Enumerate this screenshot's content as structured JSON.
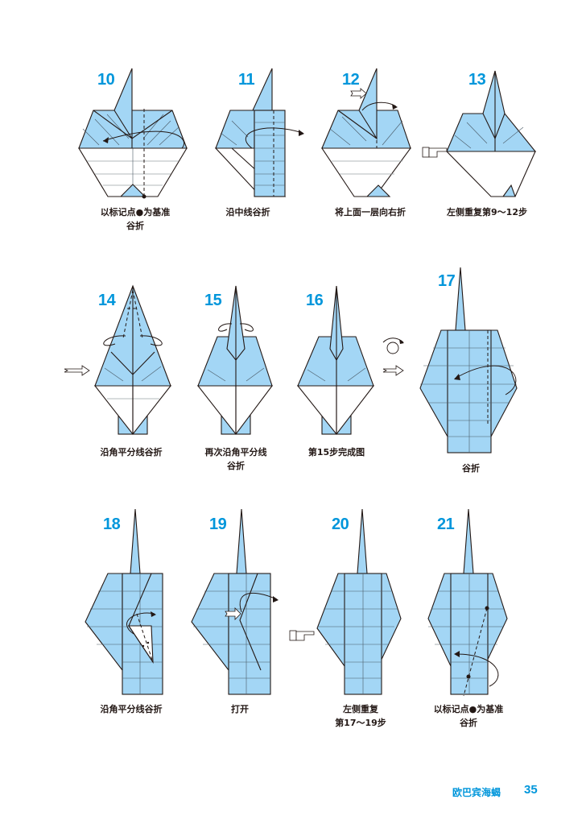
{
  "page": {
    "footer_title": "欧巴宾海蝎",
    "page_number": "35",
    "accent_color": "#0096db",
    "paper_color": "#a3d6f5"
  },
  "steps": [
    {
      "number": "10",
      "caption_lines": [
        "以标记点●为基准",
        "谷折"
      ],
      "icons": [
        "valley-fold-arrow",
        "mark-point"
      ]
    },
    {
      "number": "11",
      "caption_lines": [
        "沿中线谷折"
      ],
      "icons": [
        "valley-fold-arrow"
      ]
    },
    {
      "number": "12",
      "caption_lines": [
        "将上面一层向右折"
      ],
      "icons": [
        "push-arrow",
        "valley-fold-arrow"
      ]
    },
    {
      "number": "13",
      "caption_lines": [
        "左侧重复第9～12步"
      ],
      "icons": [
        "pointing-hand"
      ]
    },
    {
      "number": "14",
      "caption_lines": [
        "沿角平分线谷折"
      ],
      "icons": [
        "valley-fold-arrow",
        "next-arrow"
      ]
    },
    {
      "number": "15",
      "caption_lines": [
        "再次沿角平分线",
        "谷折"
      ],
      "icons": [
        "valley-fold-arrow"
      ]
    },
    {
      "number": "16",
      "caption_lines": [
        "第15步完成图"
      ],
      "icons": [
        "turn-over",
        "next-arrow"
      ]
    },
    {
      "number": "17",
      "caption_lines": [
        "谷折"
      ],
      "icons": [
        "valley-fold-arrow"
      ]
    },
    {
      "number": "18",
      "caption_lines": [
        "沿角平分线谷折"
      ],
      "icons": [
        "valley-fold-arrow"
      ]
    },
    {
      "number": "19",
      "caption_lines": [
        "打开"
      ],
      "icons": [
        "push-arrow",
        "open-arrow"
      ]
    },
    {
      "number": "20",
      "caption_lines": [
        "左侧重复",
        "第17～19步"
      ],
      "icons": [
        "pointing-hand"
      ]
    },
    {
      "number": "21",
      "caption_lines": [
        "以标记点●为基准",
        "谷折"
      ],
      "icons": [
        "valley-fold-arrow",
        "mark-point"
      ]
    }
  ]
}
